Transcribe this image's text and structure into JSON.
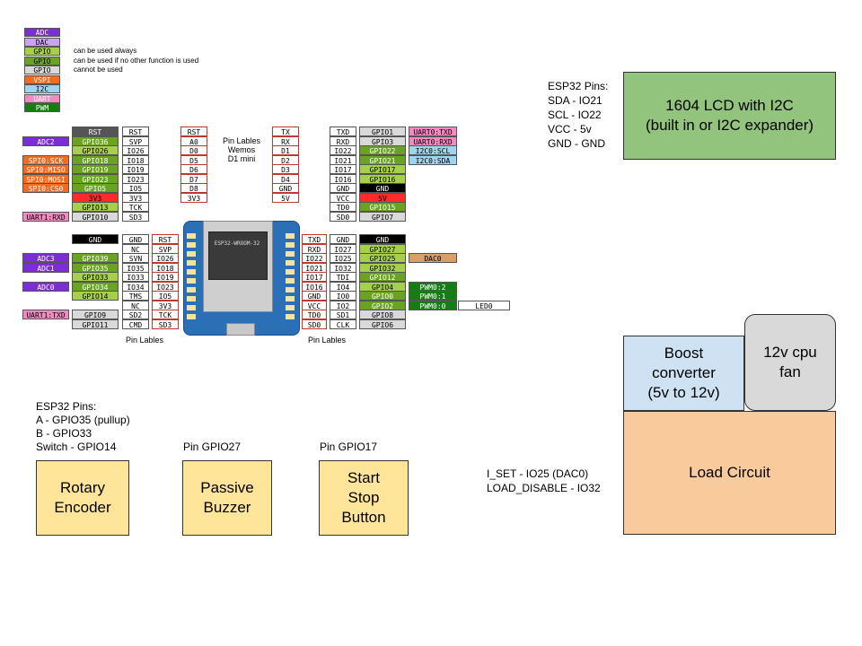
{
  "legend": {
    "items": [
      {
        "label": "ADC",
        "desc": ""
      },
      {
        "label": "DAC",
        "desc": ""
      },
      {
        "label": "GPIO",
        "desc": "can be used always"
      },
      {
        "label": "GPIO",
        "desc": "can be used if no other function is used"
      },
      {
        "label": "GPIO",
        "desc": "cannot be used"
      },
      {
        "label": "VSPI",
        "desc": ""
      },
      {
        "label": "I2C",
        "desc": ""
      },
      {
        "label": "UART",
        "desc": ""
      },
      {
        "label": "PWM",
        "desc": ""
      }
    ]
  },
  "pinout": {
    "board_title": "Pin Lables\nWemos\nD1 mini",
    "bottom_label_left": "Pin Lables",
    "bottom_label_right": "Pin Lables",
    "chip_text": "ESP32-WROOM-32",
    "wemos_top": [
      "RST",
      "A0",
      "D0",
      "D5",
      "D6",
      "D7",
      "D8",
      "3V3"
    ],
    "wemos_top_right": [
      "TX",
      "RX",
      "D1",
      "D2",
      "D3",
      "D4",
      "GND",
      "5V"
    ],
    "left_upper": [
      [
        "",
        "RST",
        "RST"
      ],
      [
        "ADC2",
        "GPIO36",
        "SVP"
      ],
      [
        "",
        "GPIO26",
        "IO26"
      ],
      [
        "SPI0:SCK",
        "GPIO18",
        "IO18"
      ],
      [
        "SPI0:MISO",
        "GPIO19",
        "IO19"
      ],
      [
        "SPI0:MOSI",
        "GPIO23",
        "IO23"
      ],
      [
        "SPI0:CS0",
        "GPIO5",
        "IO5"
      ],
      [
        "",
        "3V3",
        "3V3"
      ],
      [
        "",
        "GPIO13",
        "TCK"
      ],
      [
        "UART1:RXD",
        "GPIO10",
        "SD3"
      ]
    ],
    "left_lower": [
      [
        "",
        "GND",
        "GND",
        "RST"
      ],
      [
        "",
        "",
        "NC",
        "SVP"
      ],
      [
        "ADC3",
        "GPIO39",
        "SVN",
        "IO26"
      ],
      [
        "ADC1",
        "GPIO35",
        "IO35",
        "IO18"
      ],
      [
        "",
        "GPIO33",
        "IO33",
        "IO19"
      ],
      [
        "ADC0",
        "GPIO34",
        "IO34",
        "IO23"
      ],
      [
        "",
        "GPIO14",
        "TMS",
        "IO5"
      ],
      [
        "",
        "",
        "NC",
        "3V3"
      ],
      [
        "UART1:TXD",
        "GPIO9",
        "SD2",
        "TCK"
      ],
      [
        "",
        "GPIO11",
        "CMD",
        "SD3"
      ]
    ],
    "right_upper": [
      [
        "TXD",
        "GPIO1",
        "UART0:TXD"
      ],
      [
        "RXD",
        "GPIO3",
        "UART0:RXD"
      ],
      [
        "IO22",
        "GPIO22",
        "I2C0:SCL"
      ],
      [
        "IO21",
        "GPIO21",
        "I2C0:SDA"
      ],
      [
        "IO17",
        "GPIO17",
        ""
      ],
      [
        "IO16",
        "GPIO16",
        ""
      ],
      [
        "GND",
        "GND",
        ""
      ],
      [
        "VCC",
        "5V",
        ""
      ],
      [
        "TD0",
        "GPIO15",
        ""
      ],
      [
        "SD0",
        "GPIO7",
        ""
      ]
    ],
    "right_lower": [
      [
        "TXD",
        "GND",
        "GND",
        ""
      ],
      [
        "RXD",
        "IO27",
        "GPIO27",
        ""
      ],
      [
        "IO22",
        "IO25",
        "GPIO25",
        "DAC0"
      ],
      [
        "IO21",
        "IO32",
        "GPIO32",
        ""
      ],
      [
        "IO17",
        "TDI",
        "GPIO12",
        ""
      ],
      [
        "IO16",
        "IO4",
        "GPIO4",
        "PWM0:2"
      ],
      [
        "GND",
        "IO0",
        "GPIO0",
        "PWM0:1"
      ],
      [
        "VCC",
        "IO2",
        "GPIO2",
        "PWM0:0"
      ],
      [
        "TD0",
        "SD1",
        "GPIO8",
        ""
      ],
      [
        "SD0",
        "CLK",
        "GPIO6",
        ""
      ]
    ],
    "led_label": "LED0"
  },
  "lcd": {
    "pins_text": "ESP32 Pins:\nSDA - IO21\nSCL - IO22\nVCC - 5v\nGND - GND",
    "box_text": "1604 LCD with I2C\n(built in or I2C expander)"
  },
  "boost": {
    "text": "Boost\nconverter\n(5v to 12v)"
  },
  "fan": {
    "text": "12v cpu\nfan"
  },
  "load": {
    "text": "Load Circuit",
    "pins_text": "I_SET - IO25 (DAC0)\nLOAD_DISABLE - IO32"
  },
  "encoder": {
    "pins_text": "ESP32 Pins:\nA - GPIO35 (pullup)\nB - GPIO33\nSwitch - GPIO14",
    "box_text": "Rotary\nEncoder"
  },
  "buzzer": {
    "pin_text": "Pin GPIO27",
    "box_text": "Passive\nBuzzer"
  },
  "button": {
    "pin_text": "Pin GPIO17",
    "box_text": "Start\nStop\nButton"
  },
  "colors": {
    "adc": "#7b2fd3",
    "dac": "#c9a5f0",
    "gpio_always": "#a7d04a",
    "gpio_maybe": "#6aa321",
    "gpio_never": "#d9d9d9",
    "vspi": "#f36b21",
    "i2c": "#9fd4ef",
    "uart": "#f38bc2",
    "pwm": "#167d16",
    "lcd": "#93c47d",
    "boost": "#cfe2f3",
    "fan": "#d9d9d9",
    "load": "#f9cb9c",
    "yellow": "#ffe599",
    "board": "#2b6fb7",
    "red": "#ff2a2a",
    "black": "#000000"
  }
}
